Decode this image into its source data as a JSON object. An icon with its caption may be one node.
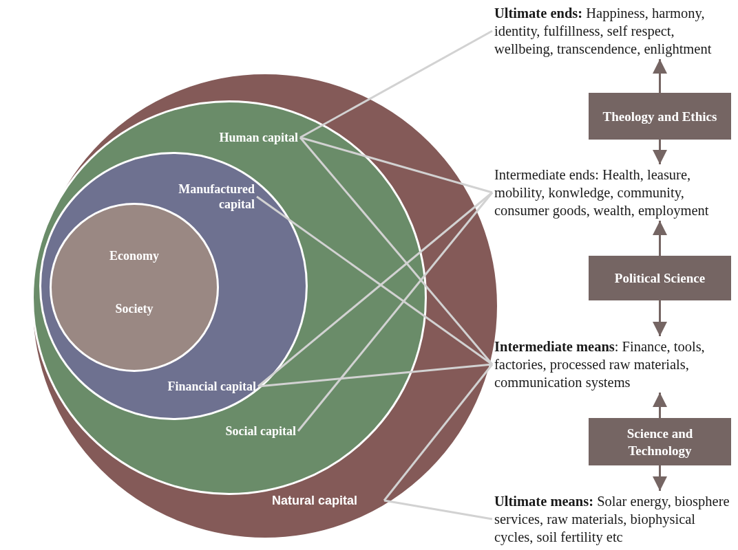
{
  "diagram": {
    "nodes": [
      {
        "text": [],
        "shape": "circle"
      },
      {
        "text": [
          "Natural capital"
        ],
        "in": 0
      },
      {
        "text": [],
        "shape": "circle",
        "in": 0
      },
      {
        "text": [
          "Human capital"
        ],
        "in": 2
      },
      {
        "text": [
          "Social capital"
        ],
        "in": 2
      },
      {
        "text": [],
        "shape": "circle",
        "in": 2
      },
      {
        "text": [
          "Manufactured capital"
        ],
        "in": 5
      },
      {
        "text": [
          "Financial capital"
        ],
        "in": 5
      },
      {
        "text": [
          "Economy",
          "Society"
        ],
        "in": 5
      },
      {
        "text": [
          "**Ultimate ends:** Happiness, harmony, identity, fulfillness, self respect, wellbeing, transcendence, enlightment"
        ]
      },
      {
        "text": [
          "Theology and Ethics"
        ]
      },
      {
        "text": [
          "Intermediate ends:  Health, leasure, mobility, konwledge, community, consumer goods, wealth, employment"
        ]
      },
      {
        "text": [
          "Political Science"
        ]
      },
      {
        "text": [
          "**Intermediate means**: Finance, tools, factories, processed raw materials, communication systems"
        ]
      },
      {
        "text": [
          "Science and Technology"
        ]
      },
      {
        "text": [
          "**Ultimate means:** Solar energy, biosphere services, raw materials, biophysical cycles, soil fertility etc"
        ]
      }
    ],
    "edges": [
      {
        "from": 3,
        "to": 9,
        "arrow": "none"
      },
      {
        "from": 3,
        "to": 11,
        "arrow": "none"
      },
      {
        "from": 3,
        "to": 13,
        "arrow": "none"
      },
      {
        "from": 6,
        "to": 13,
        "arrow": "none"
      },
      {
        "from": 7,
        "to": 11,
        "arrow": "none"
      },
      {
        "from": 7,
        "to": 13,
        "arrow": "none"
      },
      {
        "from": 4,
        "to": 11,
        "arrow": "none"
      },
      {
        "from": 1,
        "to": 13,
        "arrow": "none"
      },
      {
        "from": 1,
        "to": 15,
        "arrow": "none"
      },
      {
        "from": 10,
        "to": 9,
        "arrow": "to",
        "color": "#756563"
      },
      {
        "from": 10,
        "to": 11,
        "arrow": "to",
        "color": "#756563"
      },
      {
        "from": 12,
        "to": 11,
        "arrow": "to",
        "color": "#756563"
      },
      {
        "from": 12,
        "to": 13,
        "arrow": "to",
        "color": "#756563"
      },
      {
        "from": 14,
        "to": 13,
        "arrow": "to",
        "color": "#756563"
      },
      {
        "from": 14,
        "to": 15,
        "arrow": "to",
        "color": "#756563"
      }
    ]
  }
}
